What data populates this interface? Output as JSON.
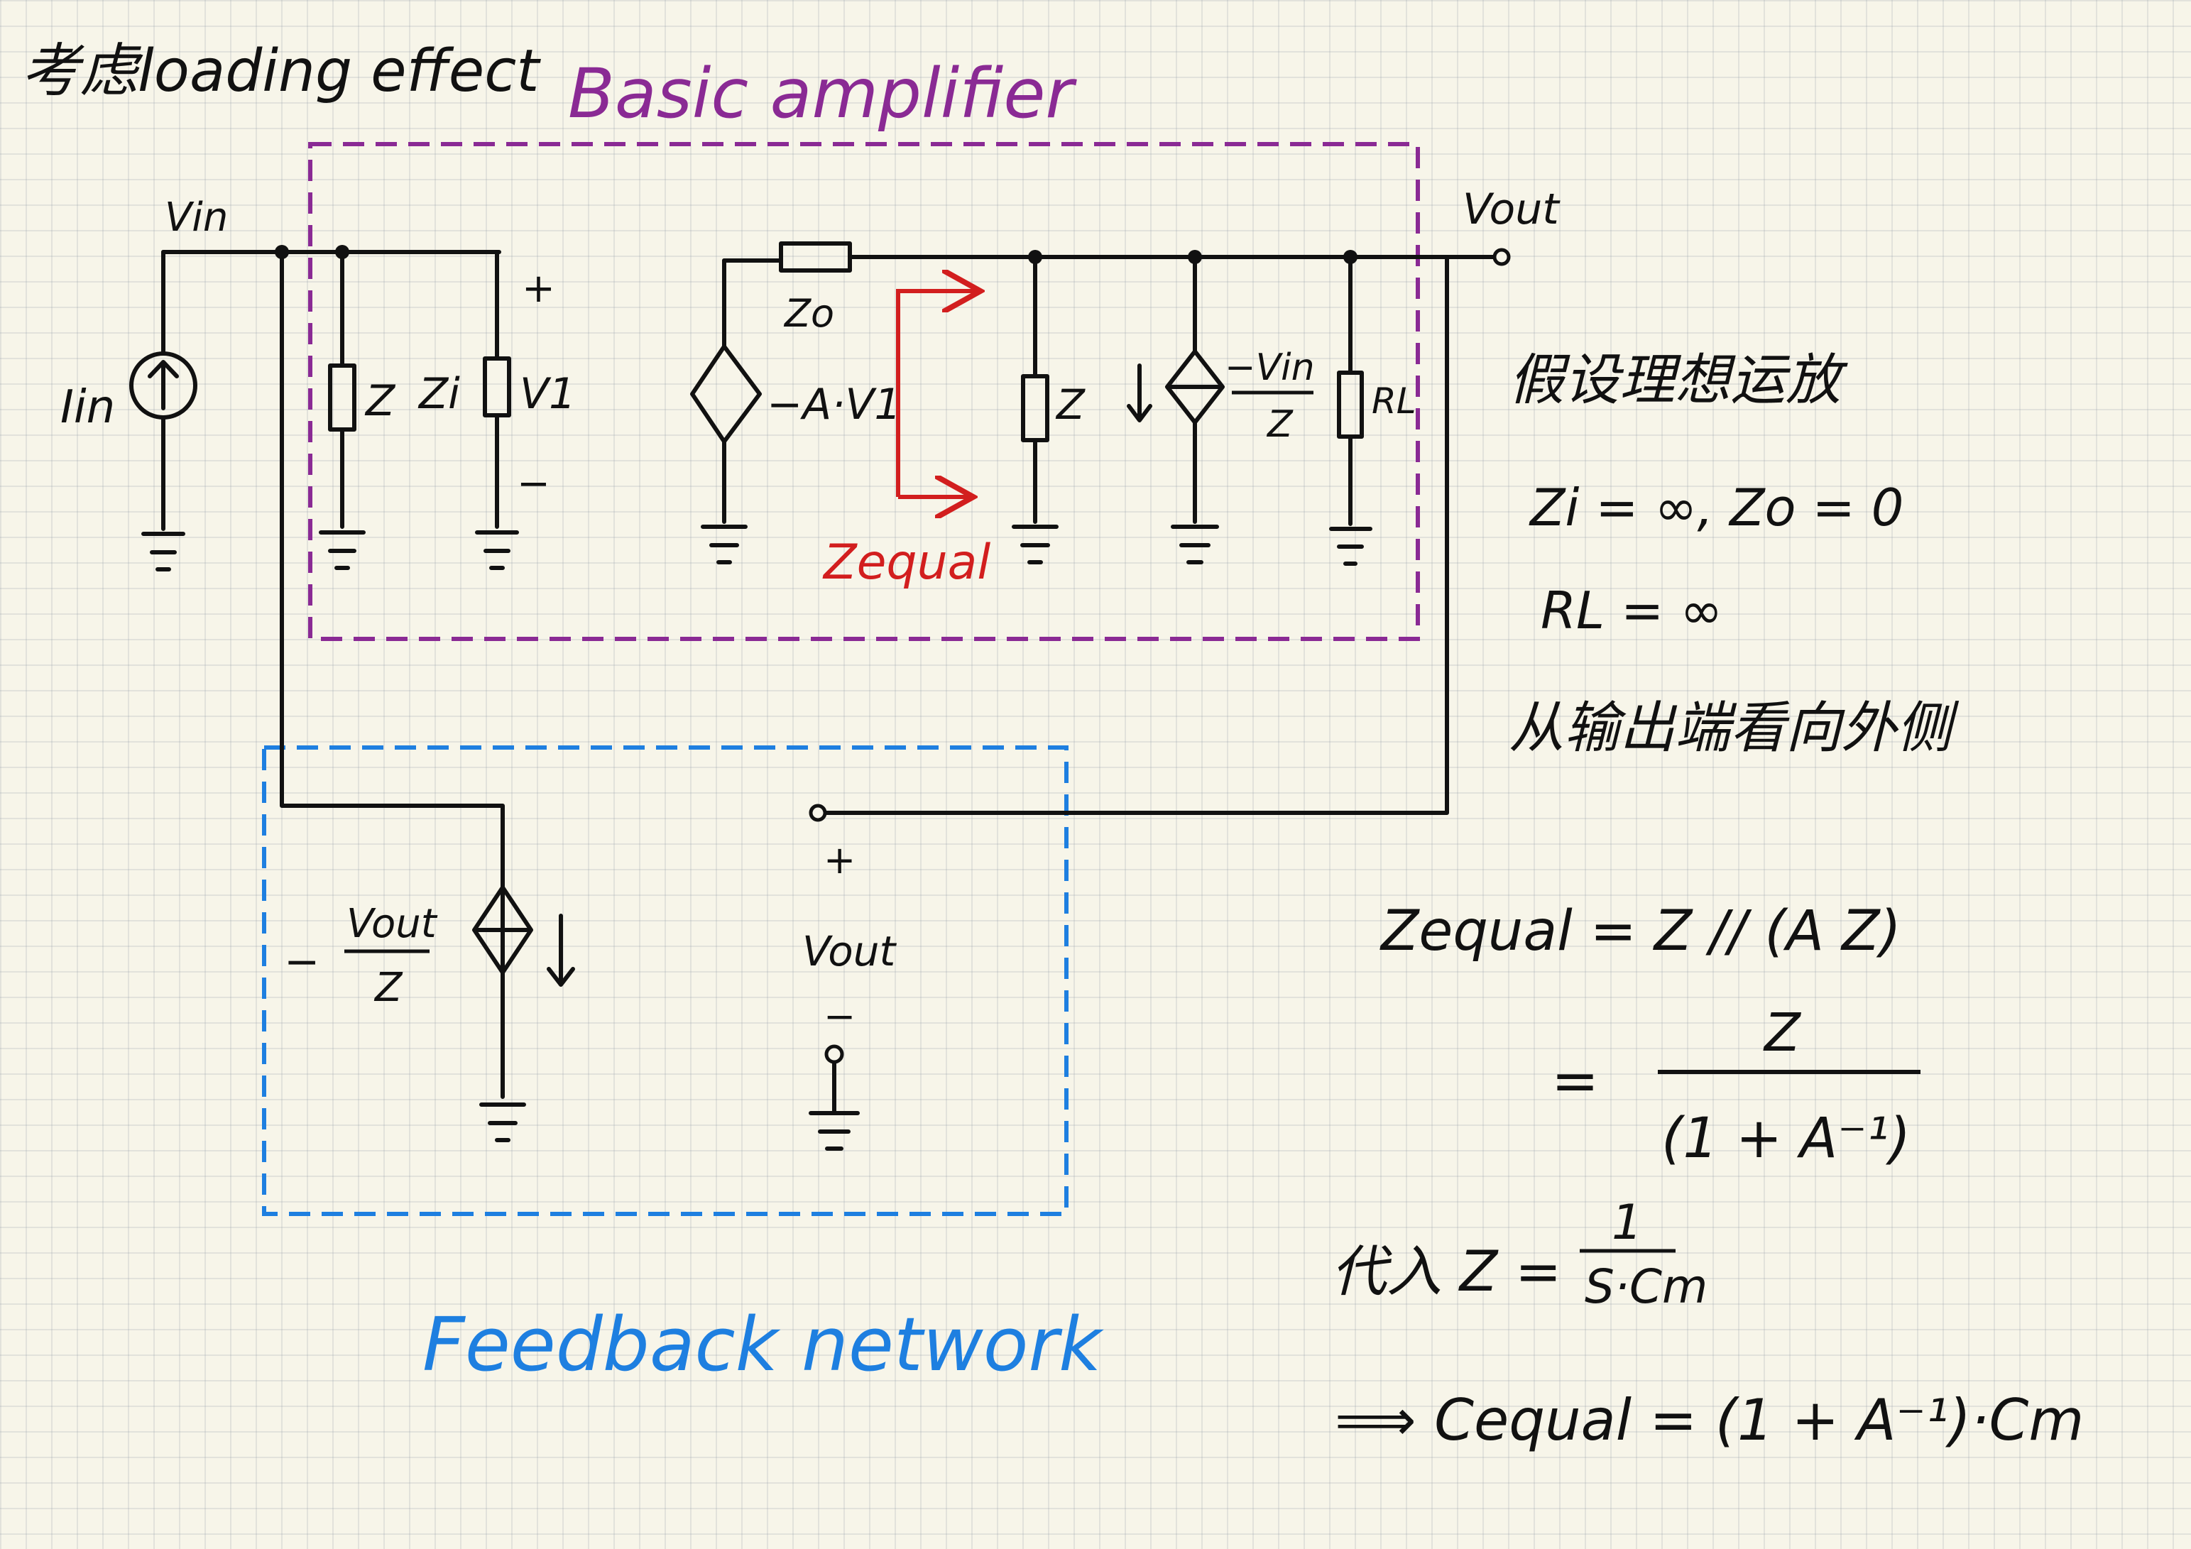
{
  "page": {
    "heading": "考虑loading effect"
  },
  "blocks": {
    "basic_amplifier": {
      "label": "Basic amplifier",
      "color": "#8a2a94"
    },
    "feedback_network": {
      "label": "Feedback network",
      "color": "#1e7fe0"
    }
  },
  "circuit": {
    "vin_label": "Vin",
    "vout_label": "Vout",
    "iin_label": "Iin",
    "z_left_label": "Z",
    "zi_label": "Zi",
    "v1_label": "V1",
    "plus": "+",
    "minus": "−",
    "dep_source_label": "−A·V1",
    "zo_label": "Zo",
    "z_mid_label": "Z",
    "vin_over_z": {
      "numerator": "−Vin",
      "denominator": "Z"
    },
    "rl_label": "RL",
    "zequal_label": "Zequal",
    "zequal_color": "#d21e1e",
    "fb_current": {
      "prefix": "−",
      "numerator": "Vout",
      "denominator": "Z"
    },
    "fb_vout_label": "Vout"
  },
  "notes": {
    "assumption": "假设理想运放",
    "ideal_conditions": "Zi = ∞,  Zo = 0",
    "rl_condition": "RL = ∞",
    "look_direction": "从输出端看向外侧",
    "eq1": "Zequal  =  Z // (A Z)",
    "eq2_prefix": "=",
    "eq2_numerator": "Z",
    "eq2_denominator": "(1 + A⁻¹)",
    "sub_prefix": "代入  Z =",
    "sub_numerator": "1",
    "sub_denominator": "S·Cm",
    "result": "⟹  Cequal = (1 + A⁻¹)·Cm"
  }
}
